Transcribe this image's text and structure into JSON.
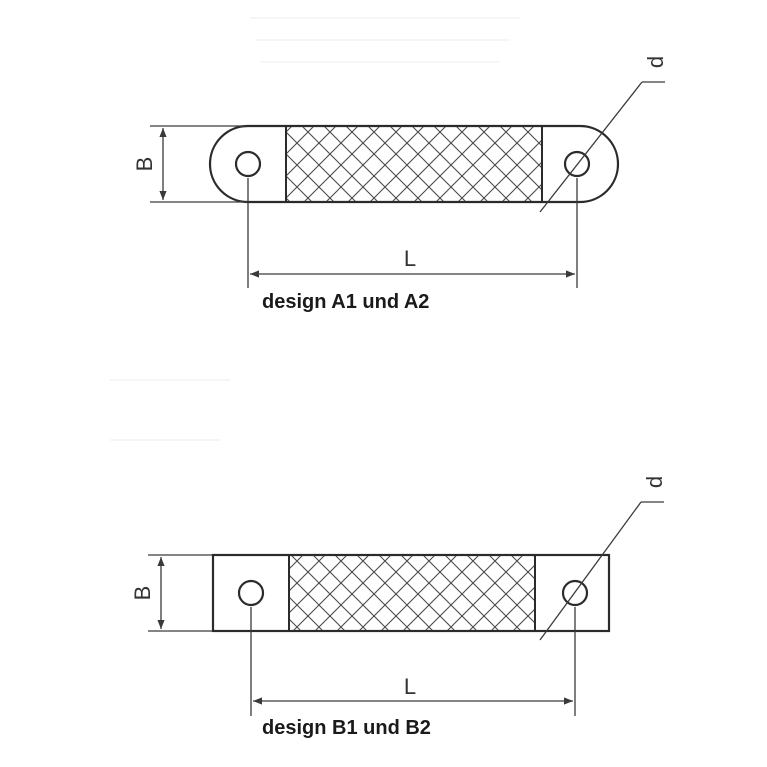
{
  "diagram_a": {
    "caption": "design A1 und A2",
    "dim_width_label": "B",
    "dim_length_label": "L",
    "dim_hole_label": "d"
  },
  "diagram_b": {
    "caption": "design B1 und B2",
    "dim_width_label": "B",
    "dim_length_label": "L",
    "dim_hole_label": "d"
  },
  "colors": {
    "line": "#2b2b2b",
    "background": "#ffffff"
  }
}
